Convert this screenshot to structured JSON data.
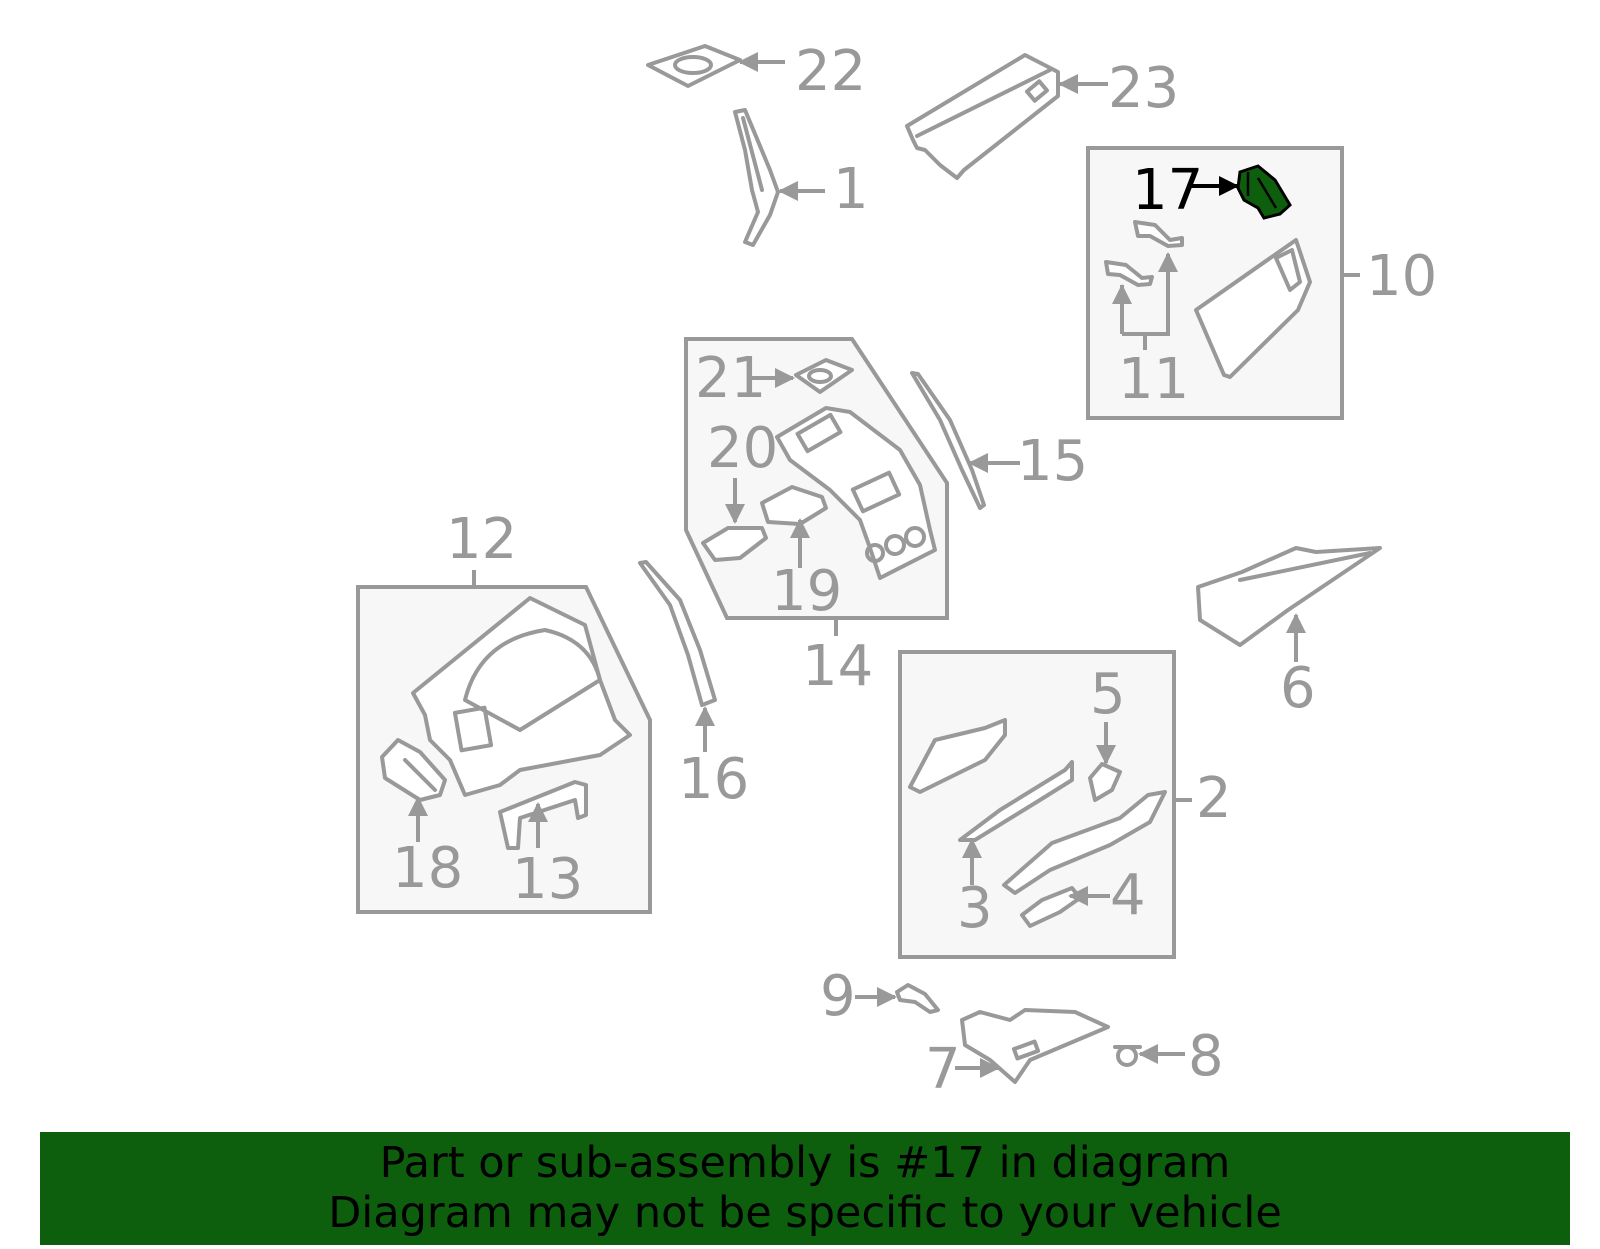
{
  "highlight_color": "#0d5e0d",
  "line_color": "#999999",
  "labels": {
    "p1": "1",
    "p2": "2",
    "p3": "3",
    "p4": "4",
    "p5": "5",
    "p6": "6",
    "p7": "7",
    "p8": "8",
    "p9": "9",
    "p10": "10",
    "p11": "11",
    "p12": "12",
    "p13": "13",
    "p14": "14",
    "p15": "15",
    "p16": "16",
    "p17": "17",
    "p18": "18",
    "p19": "19",
    "p20": "20",
    "p21": "21",
    "p22": "22",
    "p23": "23"
  },
  "highlighted_part": "17",
  "banner": {
    "line1": "Part or sub-assembly is #17 in diagram",
    "line2": "Diagram may not be specific to your vehicle"
  }
}
